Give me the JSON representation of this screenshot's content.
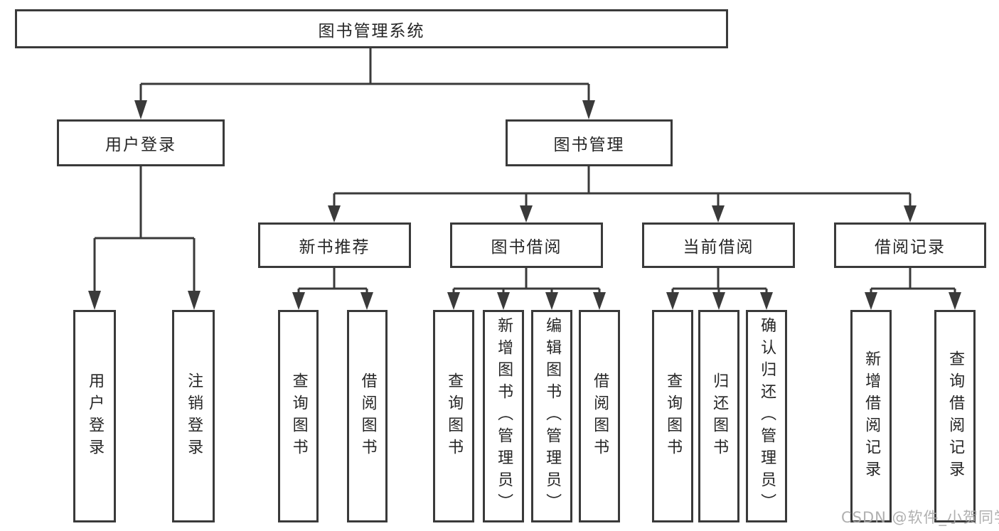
{
  "diagram": {
    "type": "hierarchy-tree",
    "colors": {
      "line": "#3a3a3a",
      "box_border": "#3a3a3a",
      "text": "#262626",
      "watermark": "#a8a8a8",
      "background": "#ffffff"
    },
    "tree": {
      "label": "图书管理系统",
      "children": [
        {
          "label": "用户登录",
          "children": [
            {
              "label": "用户登录"
            },
            {
              "label": "注销登录"
            }
          ]
        },
        {
          "label": "图书管理",
          "children": [
            {
              "label": "新书推荐",
              "children": [
                {
                  "label": "查询图书"
                },
                {
                  "label": "借阅图书"
                }
              ]
            },
            {
              "label": "图书借阅",
              "children": [
                {
                  "label": "查询图书"
                },
                {
                  "label": "新增图书（管理员）"
                },
                {
                  "label": "编辑图书（管理员）"
                },
                {
                  "label": "借阅图书"
                }
              ]
            },
            {
              "label": "当前借阅",
              "children": [
                {
                  "label": "查询图书"
                },
                {
                  "label": "归还图书"
                },
                {
                  "label": "确认归还（管理员）"
                }
              ]
            },
            {
              "label": "借阅记录",
              "children": [
                {
                  "label": "新增借阅记录"
                },
                {
                  "label": "查询借阅记录"
                }
              ]
            }
          ]
        }
      ]
    },
    "watermark": {
      "text": "CSDN @软件_小贺同学"
    }
  }
}
